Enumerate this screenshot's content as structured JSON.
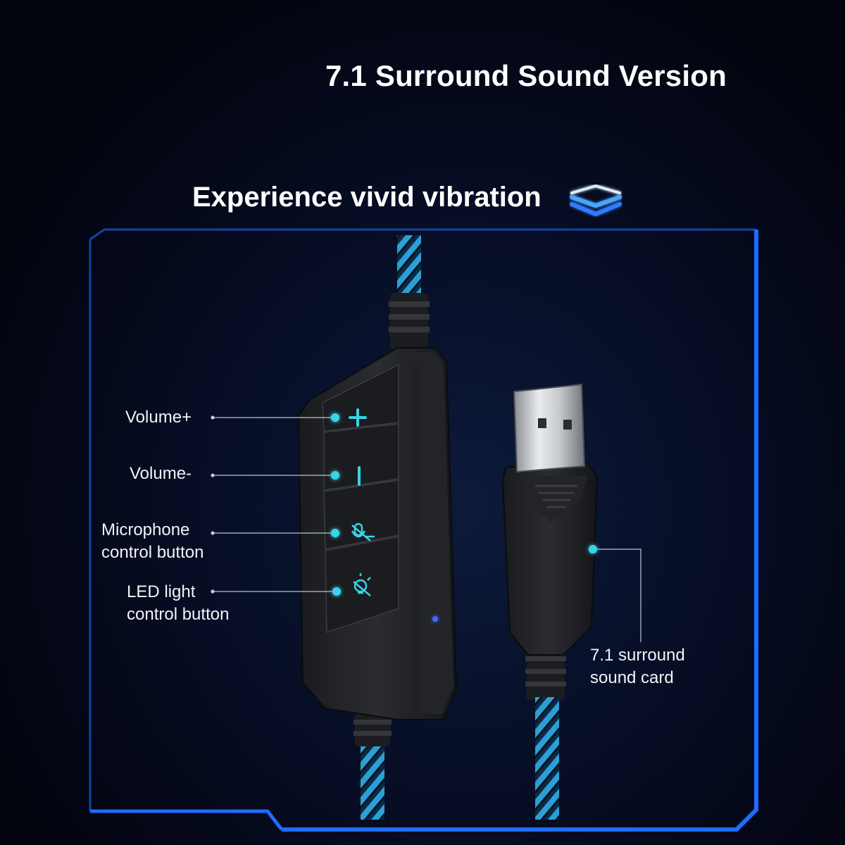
{
  "header": {
    "title": "7.1 Surround Sound Version",
    "subtitle": "Experience vivid vibration",
    "subtitle_icon": "chevron-layers-icon"
  },
  "callouts": {
    "volume_up": "Volume+",
    "volume_down": "Volume-",
    "mic_line1": "Microphone",
    "mic_line2": "control button",
    "led_line1": "LED light",
    "led_line2": "control button",
    "card_line1": "7.1 surround",
    "card_line2": "sound card"
  },
  "colors": {
    "accent_blue": "#1e6cff",
    "cyan_marker": "#37d5e6",
    "background": "#050a1c"
  },
  "icons": [
    "plus-icon",
    "minus-icon",
    "mic-mute-icon",
    "led-bulb-icon",
    "chevron-layers-icon"
  ]
}
